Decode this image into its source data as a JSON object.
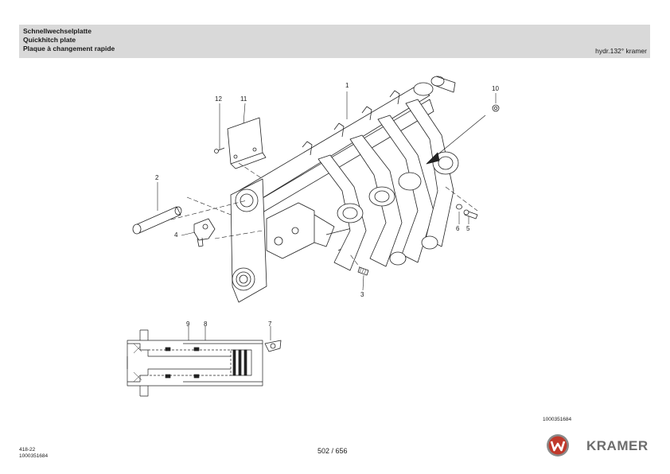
{
  "header": {
    "title_de": "Schnellwechselplatte",
    "title_en": "Quickhitch plate",
    "title_fr": "Plaque à changement rapide",
    "model": "hydr.132° kramer"
  },
  "callouts": {
    "c1": "1",
    "c2": "2",
    "c3": "3",
    "c4": "4",
    "c5": "5",
    "c6": "6",
    "c7": "7",
    "c8": "8",
    "c9": "9",
    "c10": "10",
    "c11": "11",
    "c12": "12"
  },
  "drawing_number": "1000351684",
  "footer": {
    "code_line1": "418-22",
    "code_line2": "1000351684",
    "page": "502 / 656"
  },
  "brand": {
    "name": "KRAMER",
    "logo_color": "#c0392b"
  }
}
